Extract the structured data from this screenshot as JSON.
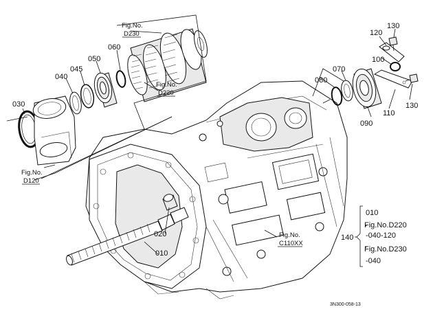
{
  "callouts": {
    "c010": "010",
    "c020": "020",
    "c030": "030",
    "c040": "040",
    "c045": "045",
    "c050": "050",
    "c060": "060",
    "c070": "070",
    "c080": "080",
    "c090": "090",
    "c100": "100",
    "c110": "110",
    "c120": "120",
    "c130a": "130",
    "c130b": "130",
    "c140": "140"
  },
  "fig_refs": {
    "d230": {
      "line1": "Fig.No.",
      "line2": "D230"
    },
    "d220": {
      "line1": "Fig.No.",
      "line2": "D220"
    },
    "d120": {
      "line1": "Fig.No.",
      "line2": "D120"
    },
    "c110xx": {
      "line1": "Fig.No.",
      "line2": "C110XX"
    }
  },
  "set_legend": {
    "line1": "010",
    "line2": "Fig.No.D220",
    "line3": "-040-120",
    "line4": "Fig.No.D230",
    "line5": "-040"
  },
  "drawing_code": "3N300-058-13"
}
